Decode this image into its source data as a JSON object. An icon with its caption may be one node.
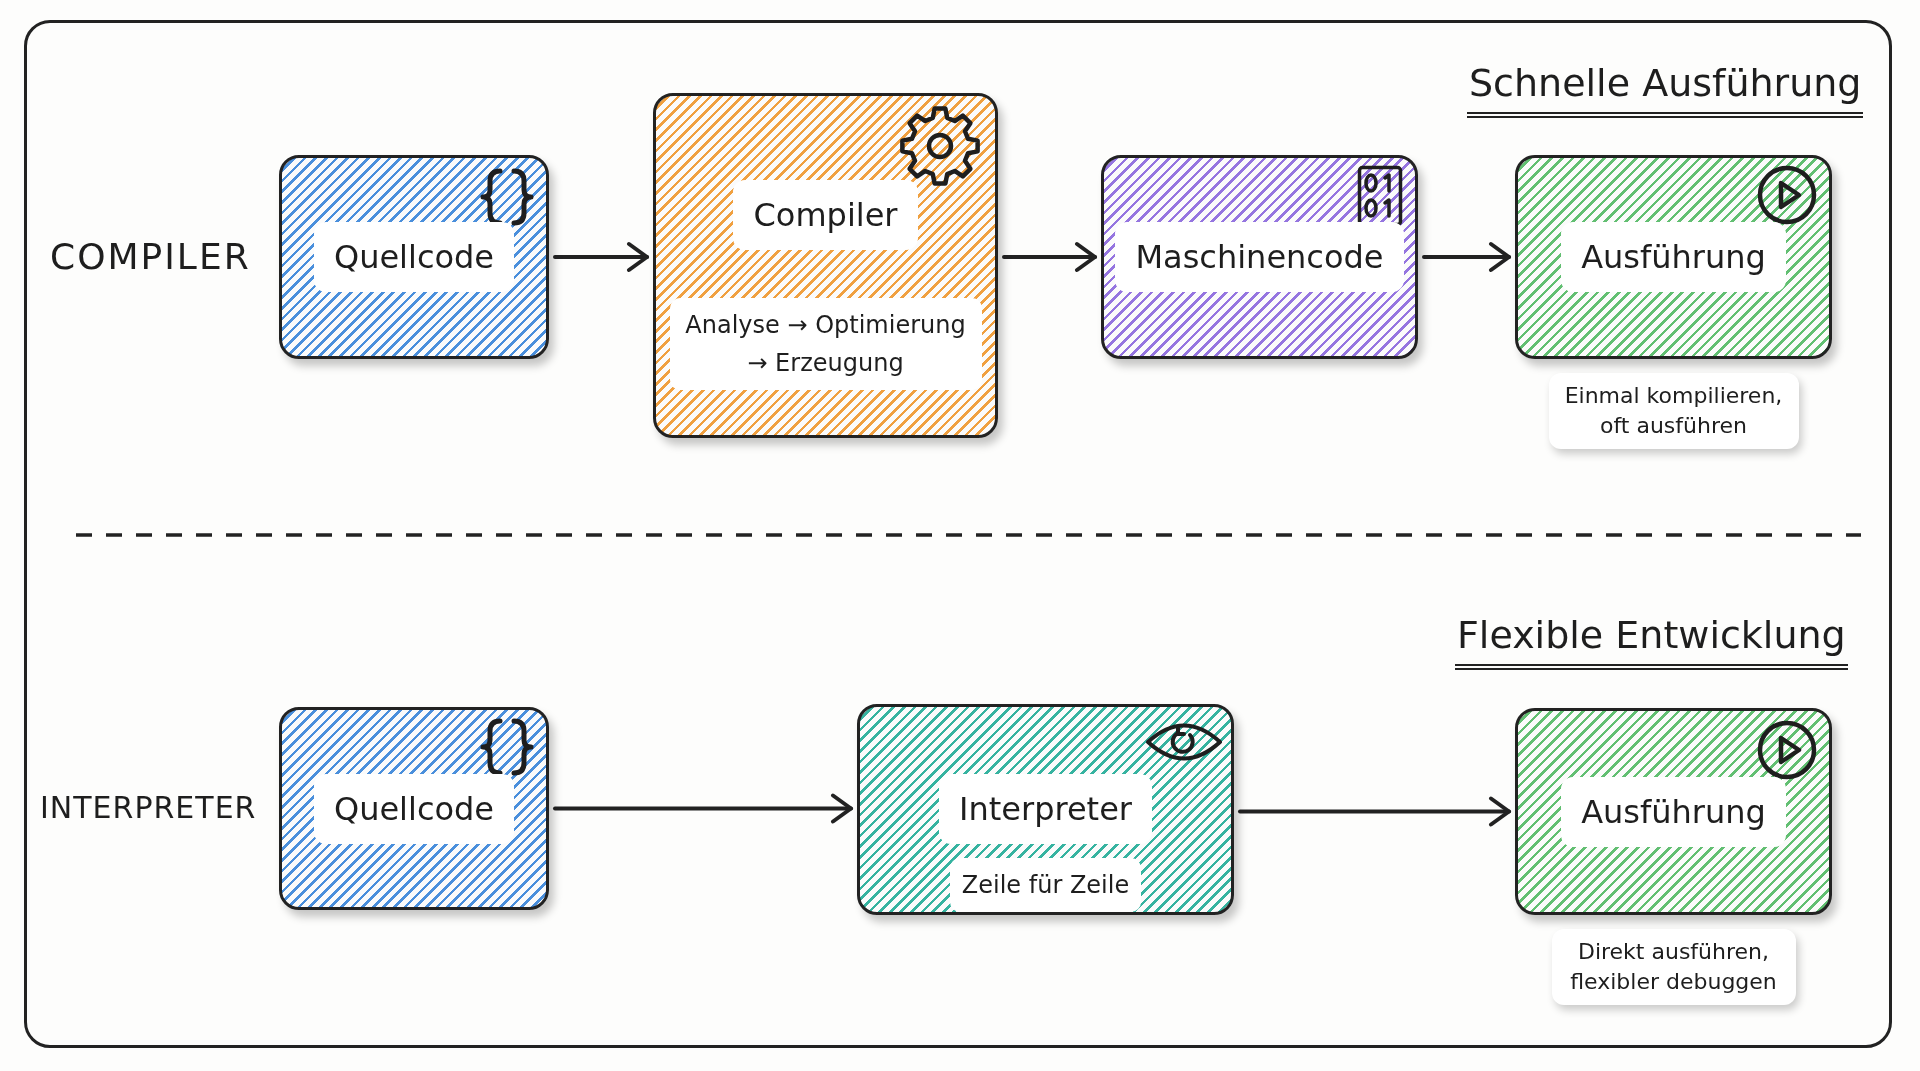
{
  "diagram": {
    "nodes": [
      {
        "text": [
          "Quellcode"
        ]
      },
      {
        "text": [
          "Compiler",
          "Analyse → Optimierung → Erzeugung"
        ]
      },
      {
        "text": [
          "Maschinencode"
        ]
      },
      {
        "text": [
          "Ausführung"
        ],
        "beside": [
          "Einmal kompilieren, oft ausführen"
        ]
      },
      {
        "text": [
          "Quellcode"
        ]
      },
      {
        "text": [
          "Interpreter",
          "Zeile für Zeile"
        ]
      },
      {
        "text": [
          "Ausführung"
        ],
        "beside": [
          "Direkt ausführen, flexibler debuggen"
        ]
      }
    ],
    "edges": [
      {
        "from": 0,
        "to": 1,
        "arrow": "to"
      },
      {
        "from": 1,
        "to": 2,
        "arrow": "to"
      },
      {
        "from": 2,
        "to": 3,
        "arrow": "to"
      },
      {
        "from": 4,
        "to": 5,
        "arrow": "to"
      },
      {
        "from": 5,
        "to": 6,
        "arrow": "to"
      }
    ],
    "labels": [
      "Schnelle Ausführung",
      "COMPILER",
      "Flexible Entwicklung",
      "INTERPRETER"
    ]
  }
}
